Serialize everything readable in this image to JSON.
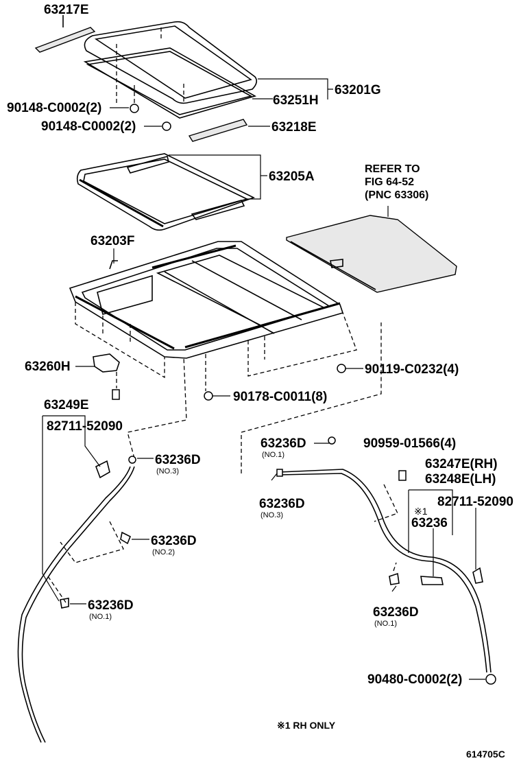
{
  "labels": {
    "p63217E": "63217E",
    "p63201G": "63201G",
    "p63251H": "63251H",
    "p90148_a": "90148-C0002(2)",
    "p90148_b": "90148-C0002(2)",
    "p63218E": "63218E",
    "p63205A": "63205A",
    "refer_line1": "REFER TO",
    "refer_line2": "FIG 64-52",
    "refer_line3": "(PNC 63306)",
    "p63203F": "63203F",
    "p63260H": "63260H",
    "p90119": "90119-C0232(4)",
    "p90178": "90178-C0011(8)",
    "p63249E": "63249E",
    "p82711_left": "82711-52090",
    "p63236D_left_no3": "63236D",
    "sub_left_no3": "(NO.3)",
    "p63236D_left_no2": "63236D",
    "sub_left_no2": "(NO.2)",
    "p63236D_left_no1": "63236D",
    "sub_left_no1": "(NO.1)",
    "p63236D_right_no1_top": "63236D",
    "sub_right_no1_top": "(NO.1)",
    "p63236D_right_no3": "63236D",
    "sub_right_no3": "(NO.3)",
    "p90959": "90959-01566(4)",
    "p63247E": "63247E(RH)",
    "p63248E": "63248E(LH)",
    "p82711_right": "82711-52090",
    "mark1": "※1",
    "p63236": "63236",
    "p63236D_right_no1_bot": "63236D",
    "sub_right_no1_bot": "(NO.1)",
    "p90480": "90480-C0002(2)",
    "footnote": "※1 RH ONLY",
    "figure_code": "614705C"
  },
  "colors": {
    "ink": "#000000",
    "paper": "#ffffff",
    "tone": "#e8e8e8"
  }
}
